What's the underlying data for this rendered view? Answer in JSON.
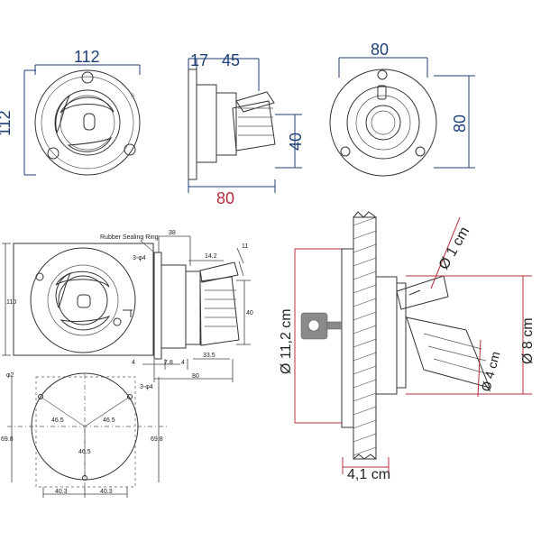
{
  "colors": {
    "blue_dimension": "#1f3f77",
    "red_dimension": "#b72c3c",
    "dark_dimension": "#222222"
  },
  "top_views": {
    "front_width": "112",
    "front_height": "112",
    "side_flange": "17",
    "side_depth": "45",
    "side_tube": "40",
    "side_total": "80",
    "back_width": "80",
    "back_height": "80"
  },
  "technical_drawing": {
    "rubber_label": "Rubber Sealing Ring",
    "height_110": "110",
    "depth_38": "38",
    "depth_14_2": "14.2",
    "depth_11": "11",
    "hole_3_phi4_top": "3-φ4",
    "hole_3_phi4_cut": "3-φ4",
    "tube_40": "40",
    "len_33_5": "33.5",
    "len_4_left": "4",
    "len_7_8": "7.8",
    "len_4_right": "4",
    "len_80": "80",
    "hole_phi_2": "φ2",
    "cut_46_5_left": "46.5",
    "cut_46_5_right": "46.5",
    "cut_46_5_bottom": "46.5",
    "cut_69_8_left": "69.8",
    "cut_69_8_right": "69.8",
    "cut_40_3_left": "40.3",
    "cut_40_3_right": "40.3"
  },
  "installed_view": {
    "diameter_1cm": "Ø 1 cm",
    "diameter_11_2cm": "Ø 11,2 cm",
    "diameter_8cm": "Ø 8 cm",
    "diameter_4cm": "Ø 4 cm",
    "depth_4_1cm": "4,1 cm"
  }
}
